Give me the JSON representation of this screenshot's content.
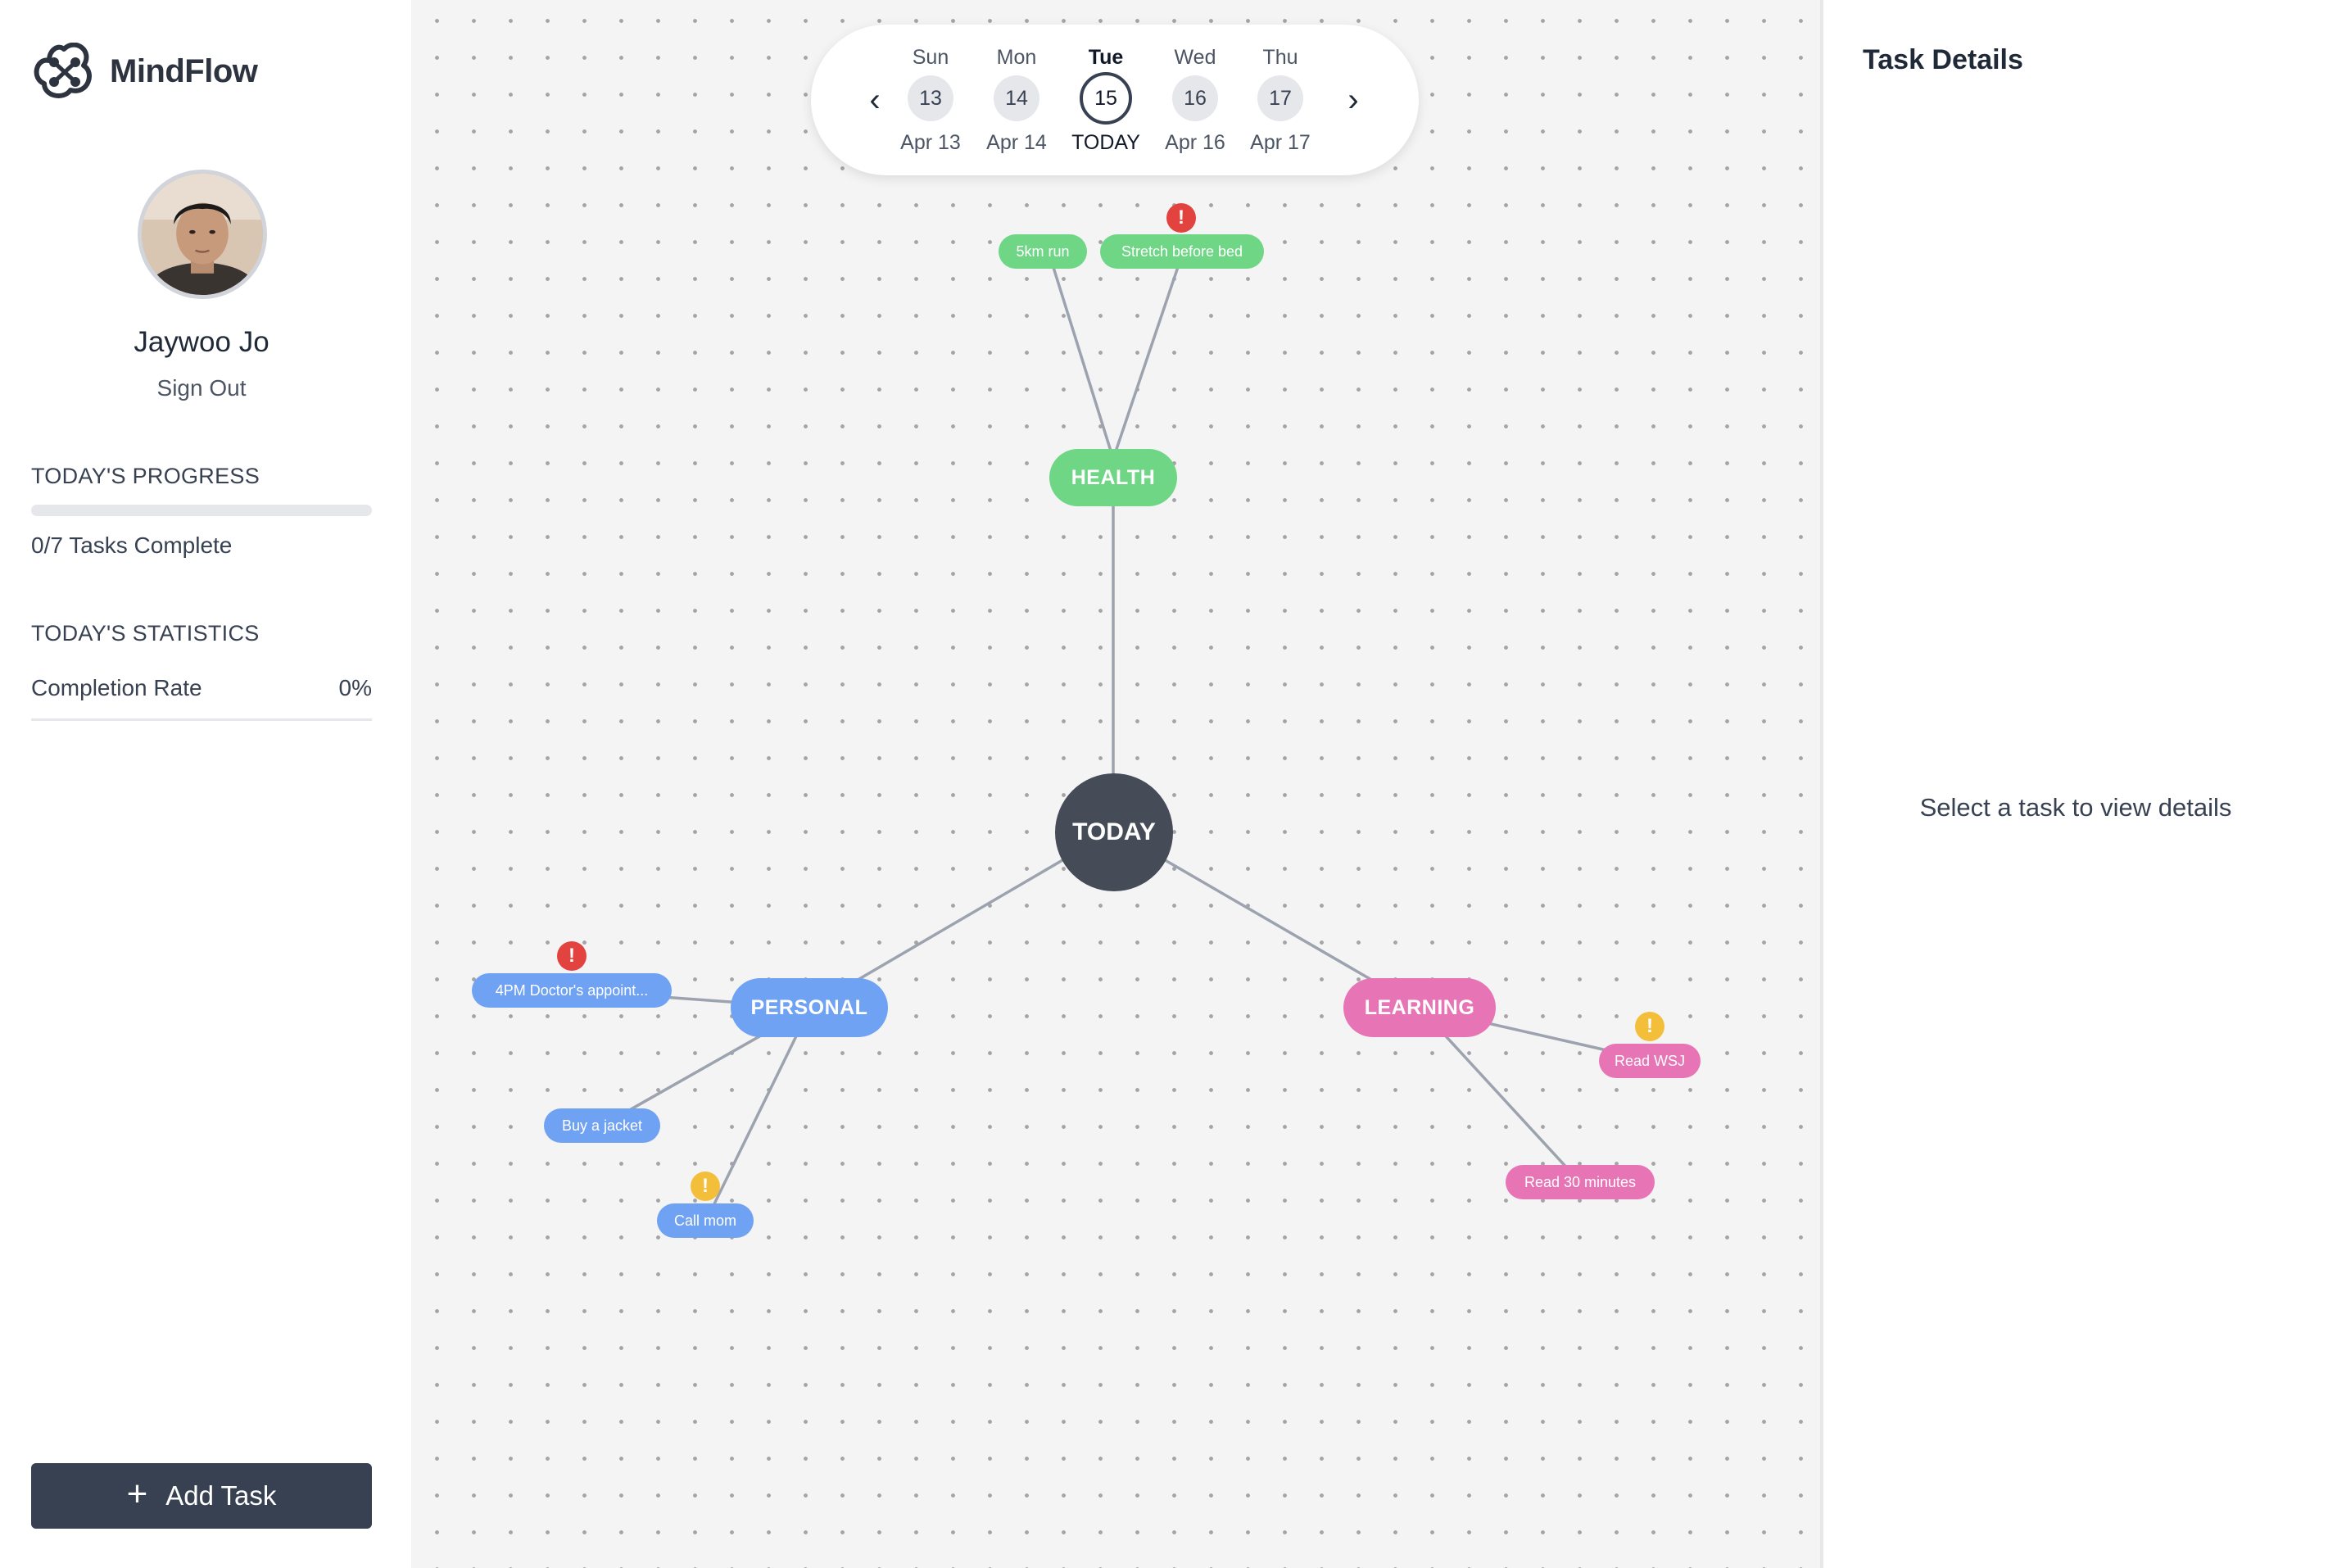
{
  "app": {
    "name": "MindFlow"
  },
  "user": {
    "name": "Jaywoo Jo",
    "sign_out": "Sign Out"
  },
  "progress": {
    "title": "TODAY'S PROGRESS",
    "fraction": 0,
    "text": "0/7 Tasks Complete"
  },
  "statistics": {
    "title": "TODAY'S STATISTICS",
    "completion_label": "Completion Rate",
    "completion_value": "0%"
  },
  "add_task": {
    "label": "Add Task"
  },
  "dates": [
    {
      "day": "Sun",
      "num": "13",
      "label": "Apr 13",
      "active": false
    },
    {
      "day": "Mon",
      "num": "14",
      "label": "Apr 14",
      "active": false
    },
    {
      "day": "Tue",
      "num": "15",
      "label": "TODAY",
      "active": true
    },
    {
      "day": "Wed",
      "num": "16",
      "label": "Apr 16",
      "active": false
    },
    {
      "day": "Thu",
      "num": "17",
      "label": "Apr 17",
      "active": false
    }
  ],
  "mindmap": {
    "center": "TODAY",
    "categories": {
      "health": "HEALTH",
      "personal": "PERSONAL",
      "learning": "LEARNING"
    },
    "tasks": {
      "run": "5km run",
      "stretch": "Stretch before bed",
      "doctor": "4PM Doctor's appoint...",
      "jacket": "Buy a jacket",
      "mom": "Call mom",
      "wsj": "Read WSJ",
      "read30": "Read 30 minutes"
    },
    "priority_badges": {
      "stretch": "high",
      "doctor": "high",
      "mom": "medium",
      "wsj": "medium"
    },
    "badge_symbol": "!",
    "colors": {
      "health": "#6fd686",
      "personal": "#6fa2f2",
      "learning": "#e775b6",
      "center": "#454b57",
      "high": "#e2433e",
      "medium": "#f3bf3a"
    }
  },
  "details": {
    "title": "Task Details",
    "empty": "Select a task to view details"
  }
}
